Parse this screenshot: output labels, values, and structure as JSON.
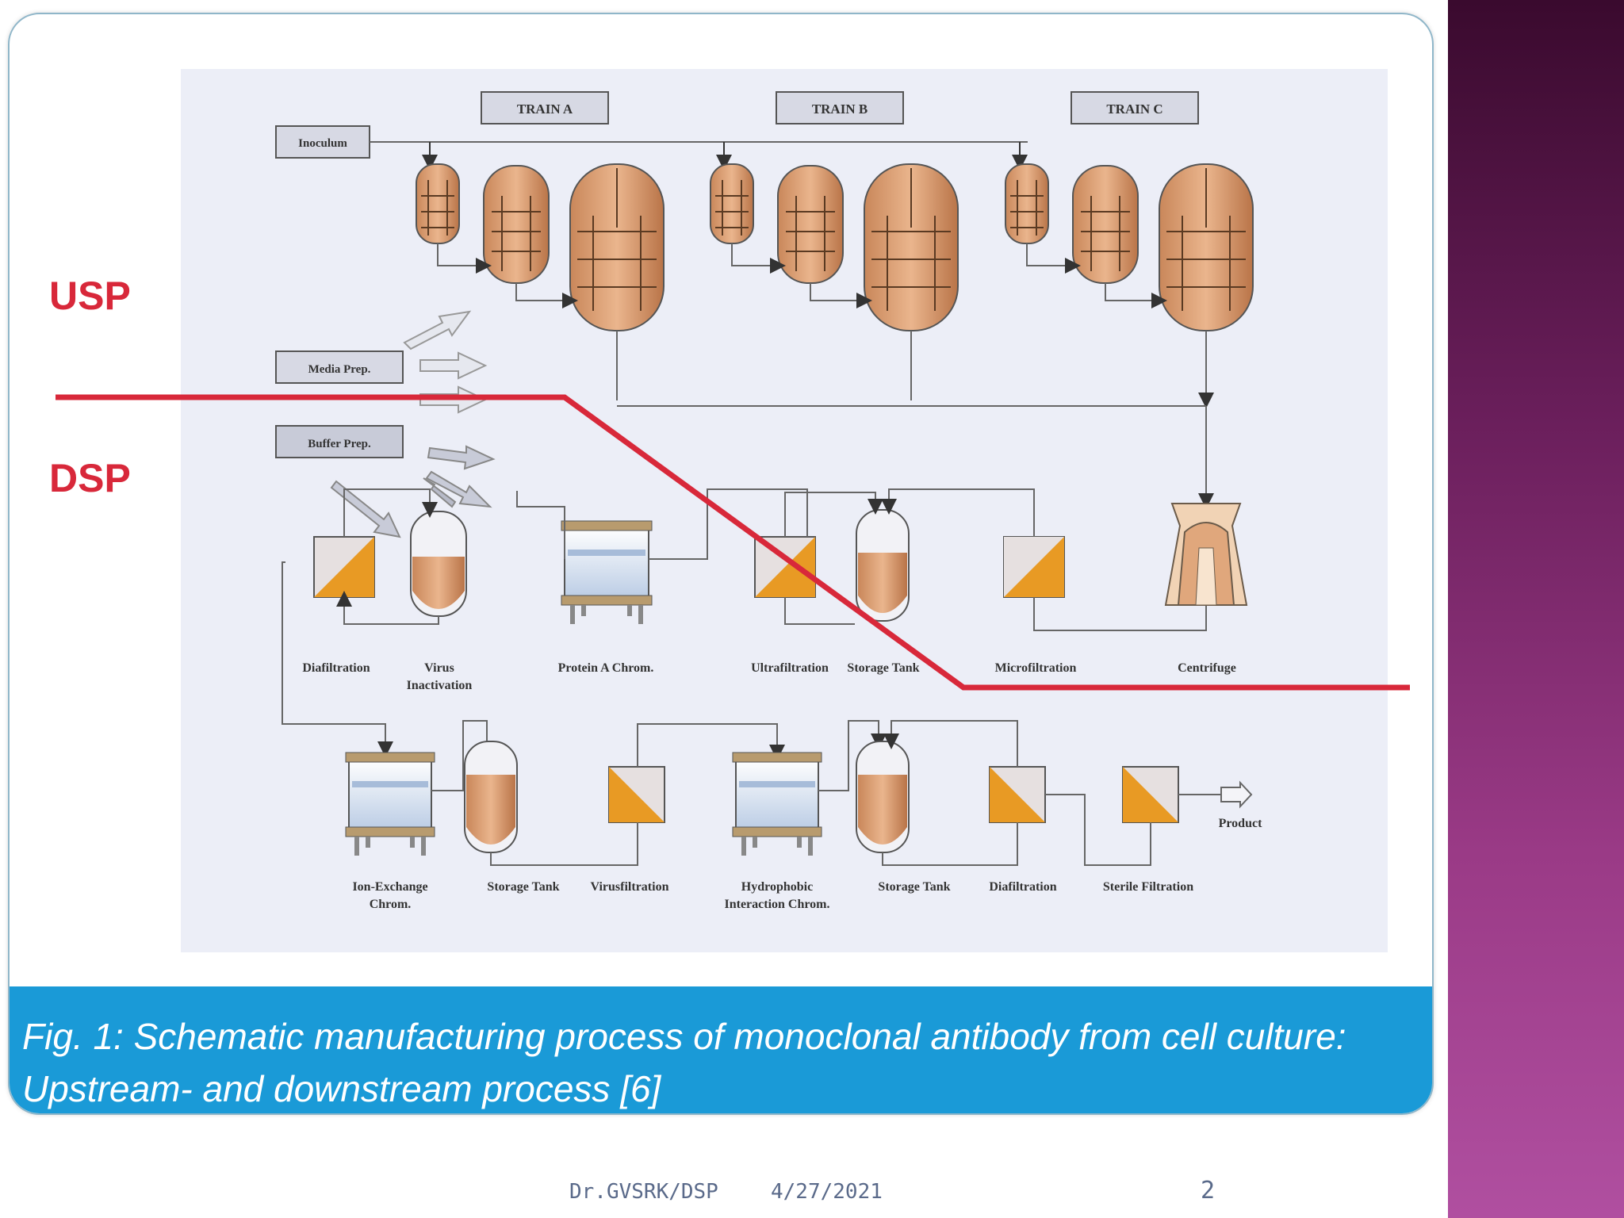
{
  "stages": {
    "upstream": "USP",
    "downstream": "DSP"
  },
  "trains": [
    "TRAIN A",
    "TRAIN B",
    "TRAIN C"
  ],
  "prep_boxes": {
    "inoculum": "Inoculum",
    "media": "Media Prep.",
    "buffer": "Buffer Prep."
  },
  "row1_labels": {
    "diafiltration": "Diafiltration",
    "virus1": "Virus",
    "virus2": "Inactivation",
    "protein_a": "Protein A Chrom.",
    "ultrafiltration": "Ultrafiltration",
    "storage": "Storage Tank",
    "microfiltration": "Microfiltration",
    "centrifuge": "Centrifuge"
  },
  "row2_labels": {
    "iex1": "Ion-Exchange",
    "iex2": "Chrom.",
    "storage1": "Storage Tank",
    "virusfiltration": "Virusfiltration",
    "hic1": "Hydrophobic",
    "hic2": "Interaction Chrom.",
    "storage2": "Storage Tank",
    "diafiltration": "Diafiltration",
    "sterile": "Sterile Filtration",
    "product": "Product"
  },
  "caption": {
    "line1": "Fig. 1: Schematic manufacturing process of monoclonal antibody from cell culture:",
    "line2": "Upstream- and downstream process [6]"
  },
  "footer": {
    "author": "Dr.GVSRK/DSP",
    "date": "4/27/2021",
    "page": "2"
  },
  "colors": {
    "usp_dsp_line": "#d8283a",
    "caption_bg": "#1a9ad7",
    "side_band": "#8a2f77",
    "vessel_fill": "#e0a77c"
  }
}
